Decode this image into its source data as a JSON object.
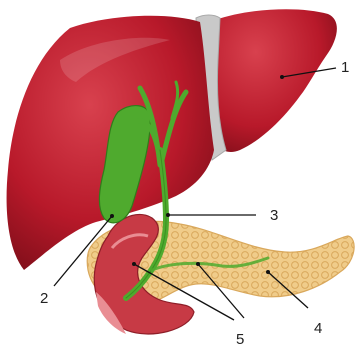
{
  "labels": {
    "l1": "1",
    "l2": "2",
    "l3": "3",
    "l4": "4",
    "l5": "5"
  },
  "colors": {
    "liver": "#b8192a",
    "liver_dark": "#7e0e19",
    "liver_light": "#d8414e",
    "ligament": "#c9c9c9",
    "bile": "#4faa2e",
    "bile_dark": "#2f7d1a",
    "pancreas": "#f0cc8a",
    "pancreas_dark": "#d9a85c",
    "duodenum": "#c73a45",
    "duodenum_inner": "#e98d93"
  }
}
